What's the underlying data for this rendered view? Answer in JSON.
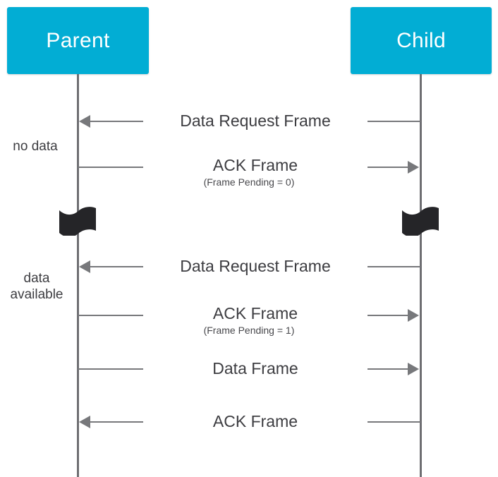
{
  "diagram": {
    "type": "sequence-diagram",
    "title": "",
    "background_color": "#ffffff",
    "lane_color": "#02ADD4",
    "lifeline_color": "#6e6e72",
    "arrow_color": "#77787b",
    "label_color": "#3d3d41",
    "break_marker_color": "#252528"
  },
  "lanes": [
    {
      "id": "parent",
      "label": "Parent"
    },
    {
      "id": "child",
      "label": "Child"
    }
  ],
  "side_notes": [
    {
      "id": "no-data",
      "text": "no data"
    },
    {
      "id": "data-available",
      "text": "data\navailable"
    }
  ],
  "messages": [
    {
      "id": "msg-1",
      "label": "Data Request Frame",
      "sublabel": "",
      "from": "child",
      "to": "parent",
      "direction": "left"
    },
    {
      "id": "msg-2",
      "label": "ACK Frame",
      "sublabel": "(Frame Pending = 0)",
      "from": "parent",
      "to": "child",
      "direction": "right"
    },
    {
      "id": "msg-3",
      "label": "Data Request Frame",
      "sublabel": "",
      "from": "child",
      "to": "parent",
      "direction": "left"
    },
    {
      "id": "msg-4",
      "label": "ACK Frame",
      "sublabel": "(Frame Pending = 1)",
      "from": "parent",
      "to": "child",
      "direction": "right"
    },
    {
      "id": "msg-5",
      "label": "Data Frame",
      "sublabel": "",
      "from": "parent",
      "to": "child",
      "direction": "right"
    },
    {
      "id": "msg-6",
      "label": "ACK Frame",
      "sublabel": "",
      "from": "child",
      "to": "parent",
      "direction": "left"
    }
  ],
  "break_markers": [
    {
      "id": "break-parent",
      "lane": "parent"
    },
    {
      "id": "break-child",
      "lane": "child"
    }
  ]
}
